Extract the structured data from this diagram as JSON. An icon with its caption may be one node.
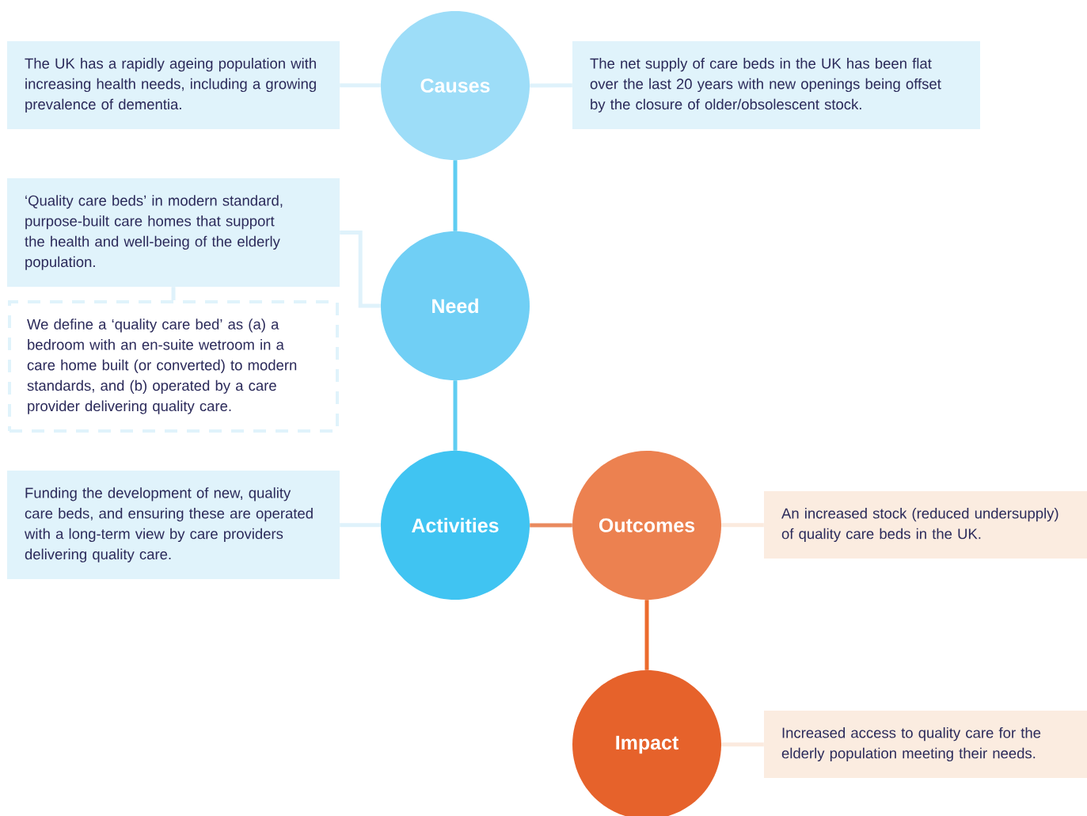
{
  "diagram": {
    "nodes": [
      {
        "text": [
          "The UK has a rapidly ageing population with increasing health needs, including a growing prevalence of dementia."
        ]
      },
      {
        "text": [
          "Causes"
        ]
      },
      {
        "text": [
          "The net supply of care beds in the UK has been flat over the last 20 years with new openings being offset by the closure of older/obsolescent stock."
        ]
      },
      {
        "text": [
          "‘Quality care beds’ in modern standard, purpose-built care homes that support the health and well-being of the elderly population."
        ]
      },
      {
        "text": [
          "Need"
        ]
      },
      {
        "text": [
          "We define a ‘quality care bed’ as (a) a bedroom with an en-suite wetroom in a care home built (or converted) to modern standards, and (b) operated by a care provider delivering quality care."
        ]
      },
      {
        "text": [
          "Funding the development of new, quality care beds, and ensuring these are operated with a long-term view by care providers delivering quality care."
        ]
      },
      {
        "text": [
          "Activities"
        ]
      },
      {
        "text": [
          "Outcomes"
        ]
      },
      {
        "text": [
          "An increased stock (reduced undersupply) of quality care beds in the UK."
        ]
      },
      {
        "text": [
          "Impact"
        ]
      },
      {
        "text": [
          "Increased access to quality care for the elderly population meeting their needs."
        ]
      }
    ],
    "edges": [
      {
        "from": 0,
        "to": 1,
        "arrow": "none",
        "color": "#dff2fb"
      },
      {
        "from": 1,
        "to": 2,
        "arrow": "none",
        "color": "#dff2fb"
      },
      {
        "from": 1,
        "to": 4,
        "arrow": "none",
        "color": "#5fcdf2"
      },
      {
        "from": 3,
        "to": 4,
        "arrow": "none",
        "color": "#dff2fb"
      },
      {
        "from": 3,
        "to": 5,
        "arrow": "none",
        "color": "#dff2fb"
      },
      {
        "from": 4,
        "to": 7,
        "arrow": "none",
        "color": "#5fcdf2"
      },
      {
        "from": 6,
        "to": 7,
        "arrow": "none",
        "color": "#dff2fb"
      },
      {
        "from": 7,
        "to": 8,
        "arrow": "none",
        "color": "#e98a5e"
      },
      {
        "from": 8,
        "to": 9,
        "arrow": "none",
        "color": "#fbeade"
      },
      {
        "from": 8,
        "to": 10,
        "arrow": "none",
        "color": "#ec6b2d"
      },
      {
        "from": 10,
        "to": 11,
        "arrow": "none",
        "color": "#fbeade"
      }
    ]
  }
}
